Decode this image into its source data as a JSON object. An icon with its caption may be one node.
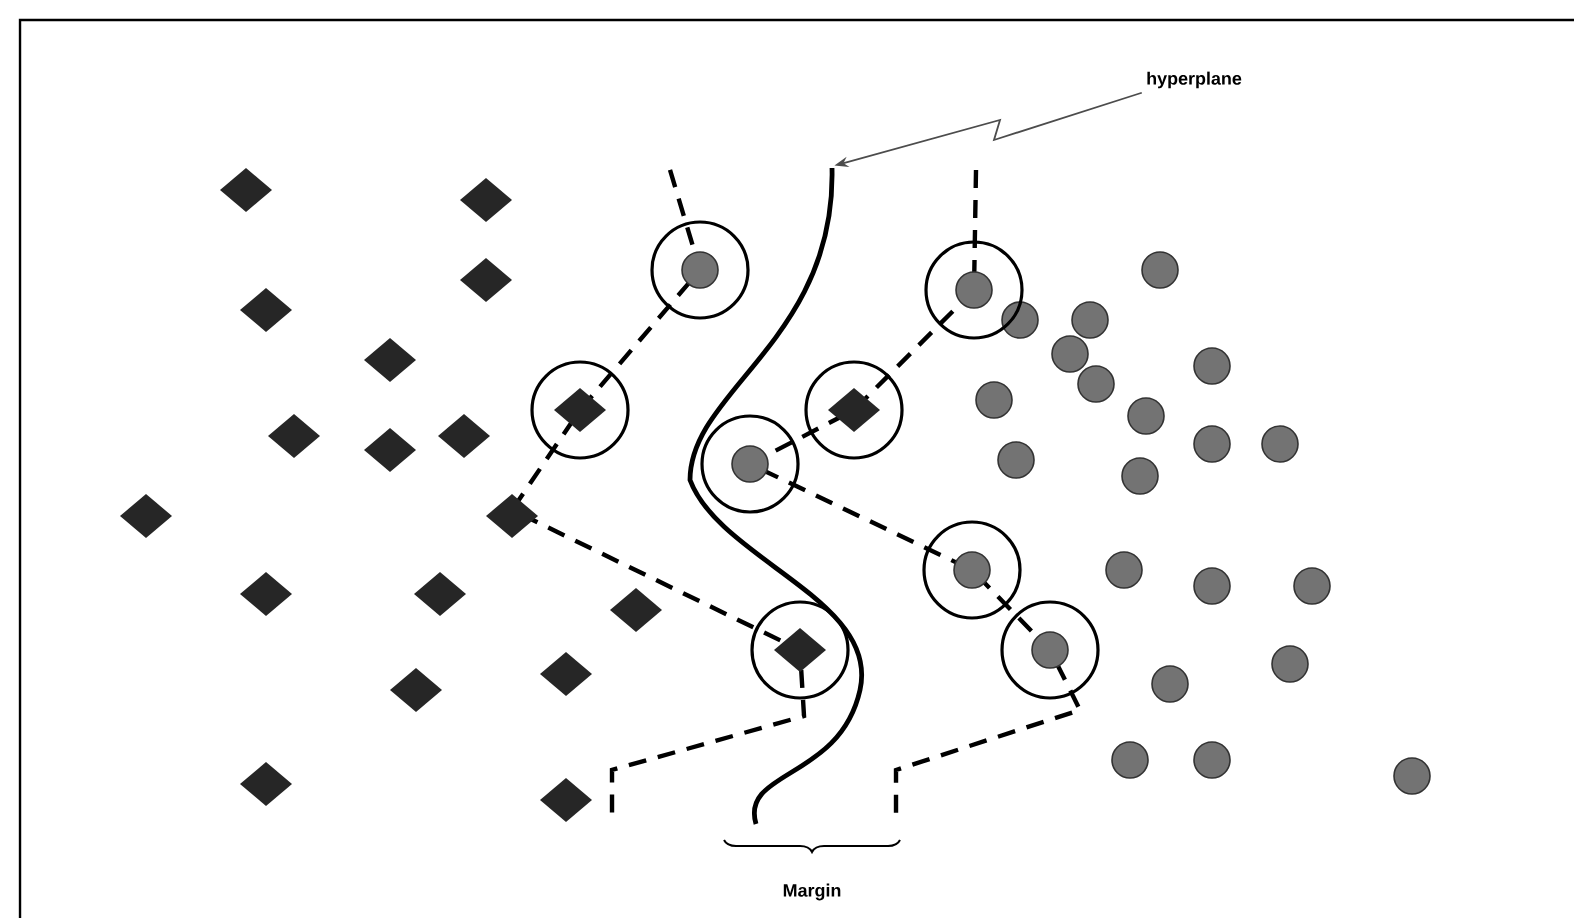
{
  "diagram": {
    "nodes": [
      {
        "text": [
          "hyperplane"
        ]
      },
      {
        "text": [],
        "shape": "line"
      }
    ],
    "edges": [
      {
        "from": 0,
        "to": 1,
        "arrow": "to"
      }
    ],
    "labels": [
      "Margin"
    ]
  }
}
